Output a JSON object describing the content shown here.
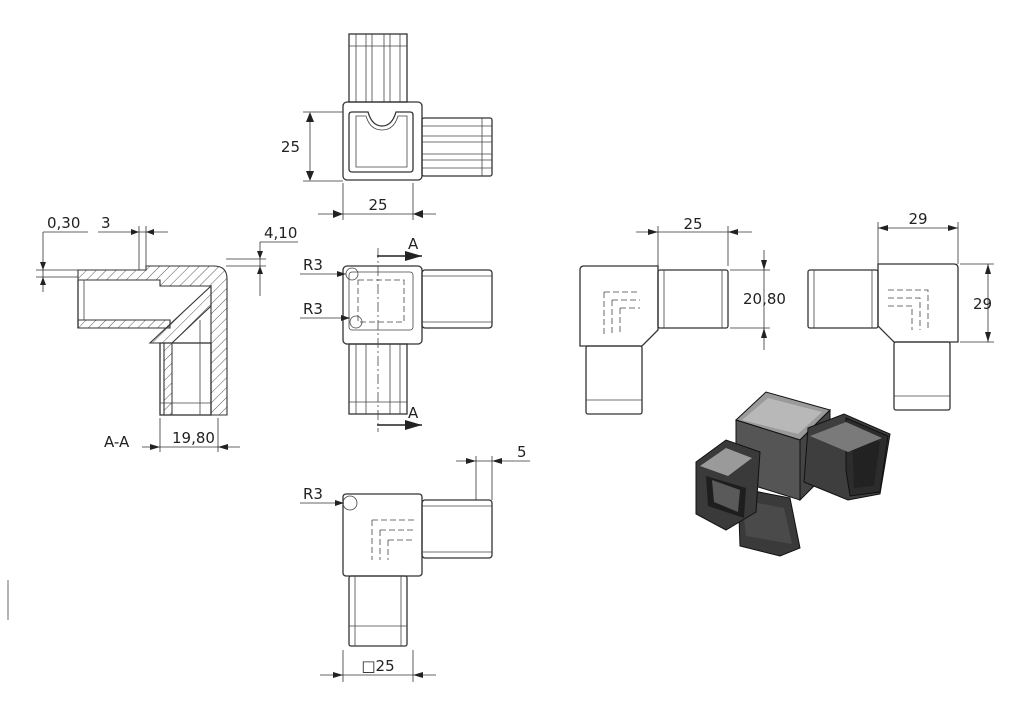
{
  "top_view": {
    "dim_height": "25",
    "dim_width": "25"
  },
  "section_view": {
    "label": "A-A",
    "dim_wall": "0,30",
    "dim_step": "3",
    "dim_offset": "4,10",
    "dim_insert": "19,80"
  },
  "front_view": {
    "radius_top": "R3",
    "radius_bottom": "R3",
    "section_marker_top": "A",
    "section_marker_bottom": "A"
  },
  "bottom_view": {
    "radius": "R3",
    "dim_tab": "5",
    "dim_square": "□25"
  },
  "side_view_left": {
    "dim_width": "25",
    "dim_height": "20,80"
  },
  "side_view_right": {
    "dim_width": "29",
    "dim_height": "29"
  }
}
